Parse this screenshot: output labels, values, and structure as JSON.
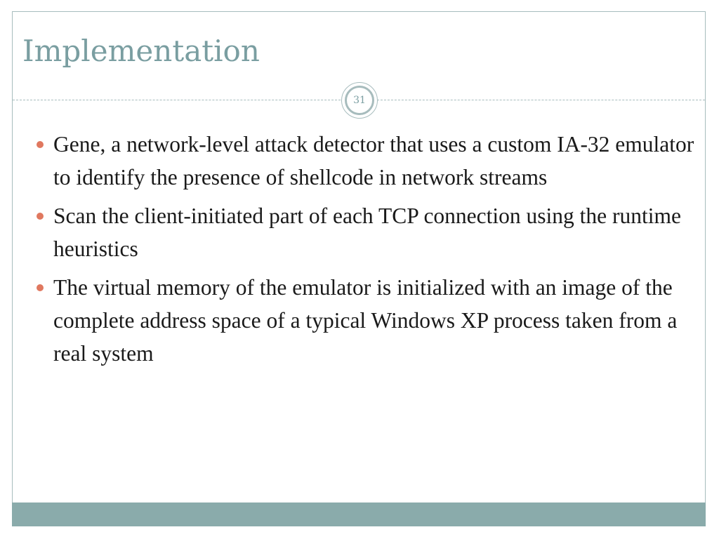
{
  "slide": {
    "title": "Implementation",
    "page_number": "31",
    "bullets": [
      "Gene, a network-level attack detector that uses a custom IA-32 emulator to identify the presence of shellcode in network streams",
      "Scan the client-initiated part of each TCP connection using the runtime heuristics",
      "The virtual memory of the emulator is initialized with an image of the complete address space of a typical Windows XP process taken from a real system"
    ]
  },
  "colors": {
    "title": "#7a9ea1",
    "frame_border": "#a7bcbd",
    "bullet_marker": "#e0785f",
    "footer_bar": "#8aabab",
    "body_text": "#1a1a1a"
  }
}
